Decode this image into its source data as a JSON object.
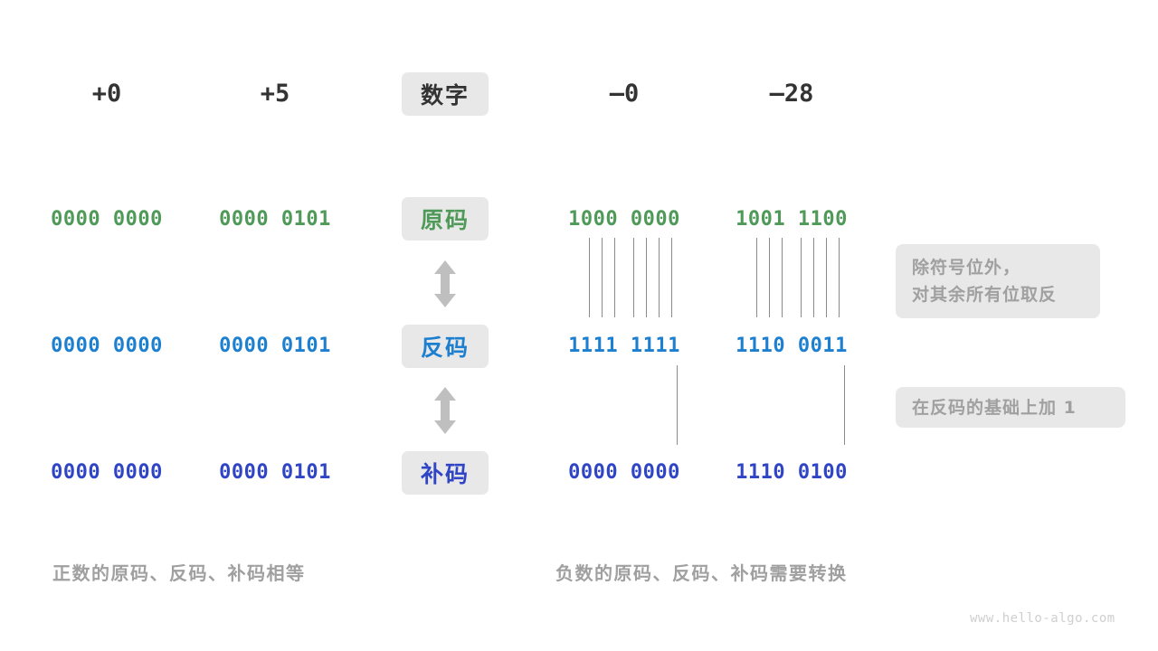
{
  "meta": {
    "watermark": "www.hello-algo.com"
  },
  "header": {
    "center_badge": "数字",
    "columns": [
      {
        "key": "plus0",
        "label": "+0"
      },
      {
        "key": "plus5",
        "label": "+5"
      },
      {
        "key": "minus0",
        "label": "–0"
      },
      {
        "key": "minus28",
        "label": "–28"
      }
    ]
  },
  "rows": [
    {
      "key": "sign_magnitude",
      "badge": "原码",
      "color": "#4f9a58",
      "color_class": "green",
      "values": {
        "plus0": "0000 0000",
        "plus5": "0000 0101",
        "minus0": "1000 0000",
        "minus28": "1001 1100"
      }
    },
    {
      "key": "ones_complement",
      "badge": "反码",
      "color": "#1c7fd0",
      "color_class": "blue",
      "values": {
        "plus0": "0000 0000",
        "plus5": "0000 0101",
        "minus0": "1111 1111",
        "minus28": "1110 0011"
      }
    },
    {
      "key": "twos_complement",
      "badge": "补码",
      "color": "#2f45c5",
      "color_class": "indigo",
      "values": {
        "plus0": "0000 0000",
        "plus5": "0000 0101",
        "minus0": "0000 0000",
        "minus28": "1110 0100"
      }
    }
  ],
  "notes": [
    {
      "key": "invert-note",
      "line1": "除符号位外，",
      "line2": "对其余所有位取反"
    },
    {
      "key": "add-one-note",
      "line1": "在反码的基础上加 1",
      "line2": ""
    }
  ],
  "captions": {
    "left": "正数的原码、反码、补码相等",
    "right": "负数的原码、反码、补码需要转换"
  },
  "arrows": {
    "top_label": "双向箭头",
    "bottom_label": "双向箭头"
  }
}
